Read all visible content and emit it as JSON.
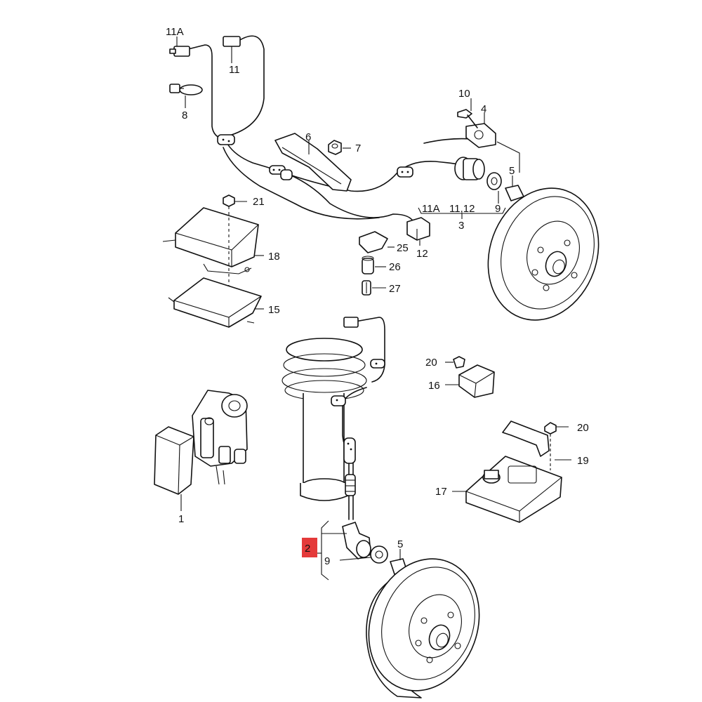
{
  "labels": {
    "l11a_top": "11A",
    "l11_top": "11",
    "l8": "8",
    "l6": "6",
    "l7": "7",
    "l10": "10",
    "l4": "4",
    "l5_top": "5",
    "l9_top": "9",
    "l3": "3",
    "l11a_mid": "11A",
    "l11_12": "11,12",
    "l21": "21",
    "l18": "18",
    "l15": "15",
    "l25": "25",
    "l26": "26",
    "l27": "27",
    "l12": "12",
    "l20_a": "20",
    "l16": "16",
    "l20_b": "20",
    "l19": "19",
    "l17": "17",
    "l1": "1",
    "l2": "2",
    "l9_bottom": "9",
    "l5_bottom": "5"
  },
  "highlight_color": "#e43a3a"
}
